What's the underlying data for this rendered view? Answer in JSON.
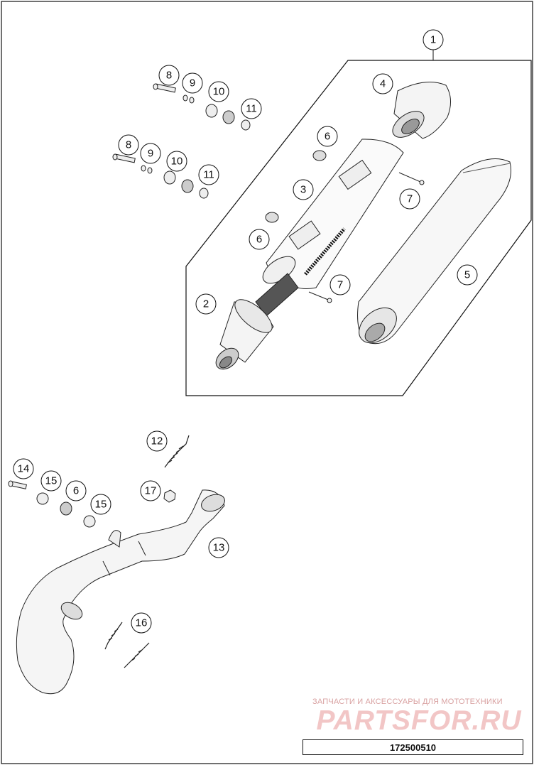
{
  "callouts": {
    "c1": "1",
    "c2": "2",
    "c3": "3",
    "c4": "4",
    "c5": "5",
    "c6a": "6",
    "c6b": "6",
    "c6c": "6",
    "c7a": "7",
    "c7b": "7",
    "c8a": "8",
    "c8b": "8",
    "c9a": "9",
    "c9b": "9",
    "c10a": "10",
    "c10b": "10",
    "c11a": "11",
    "c11b": "11",
    "c12": "12",
    "c13": "13",
    "c14": "14",
    "c15a": "15",
    "c15b": "15",
    "c16": "16",
    "c17": "17"
  },
  "watermark": {
    "tagline": "ЗАПЧАСТИ И АКСЕССУАРЫ ДЛЯ МОТОТЕХНИКИ",
    "brand": "PARTSFOR.RU"
  },
  "part_number": "172500510"
}
